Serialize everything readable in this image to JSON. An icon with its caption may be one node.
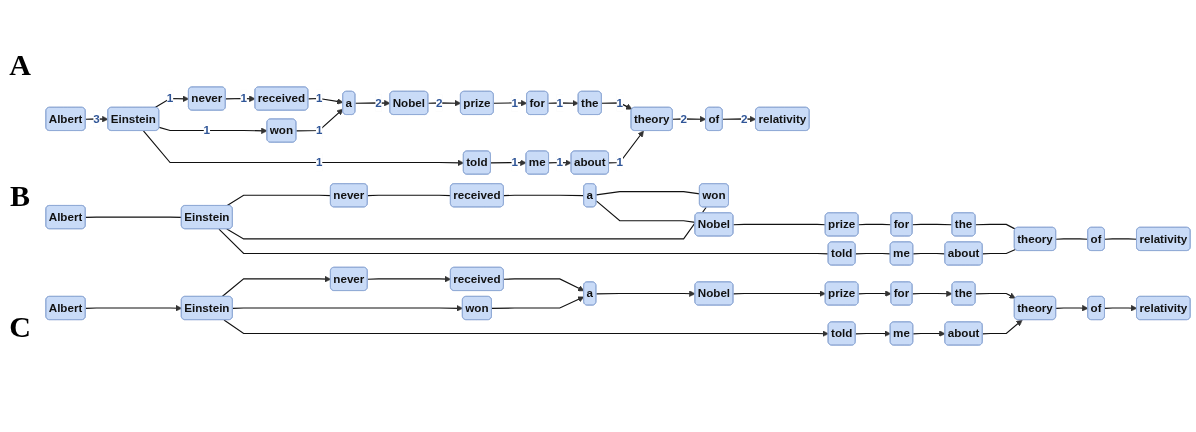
{
  "diagram": {
    "nodes": [
      {
        "text": [
          "Albert"
        ]
      },
      {
        "text": [
          "never"
        ]
      },
      {
        "text": [
          "Einstein"
        ]
      },
      {
        "text": [
          "received"
        ]
      },
      {
        "text": [
          "told"
        ]
      },
      {
        "text": [
          "a"
        ]
      },
      {
        "text": [
          "me"
        ]
      },
      {
        "text": [
          "won"
        ]
      },
      {
        "text": [
          "Nobel"
        ]
      },
      {
        "text": [
          "about"
        ]
      },
      {
        "text": [
          "prize"
        ]
      },
      {
        "text": [
          "theory"
        ]
      },
      {
        "text": [
          "for"
        ]
      },
      {
        "text": [
          "of"
        ]
      },
      {
        "text": [
          "the"
        ]
      },
      {
        "text": [
          "relativity"
        ]
      },
      {
        "text": [
          "received"
        ]
      },
      {
        "text": [
          "never"
        ]
      },
      {
        "text": [
          "a"
        ]
      },
      {
        "text": [
          "Albert"
        ]
      },
      {
        "text": [
          "won"
        ]
      },
      {
        "text": [
          "Nobel"
        ]
      },
      {
        "text": [
          "Einstein"
        ]
      },
      {
        "text": [
          "prize"
        ]
      },
      {
        "text": [
          "told"
        ]
      },
      {
        "text": [
          "for"
        ]
      },
      {
        "text": [
          "me"
        ]
      },
      {
        "text": [
          "the"
        ]
      },
      {
        "text": [
          "about"
        ]
      },
      {
        "text": [
          "theory"
        ]
      },
      {
        "text": [
          "of"
        ]
      },
      {
        "text": [
          "relativity"
        ]
      },
      {
        "text": [
          "received"
        ]
      },
      {
        "text": [
          "never"
        ]
      },
      {
        "text": [
          "a"
        ]
      },
      {
        "text": [
          "Albert"
        ]
      },
      {
        "text": [
          "won"
        ]
      },
      {
        "text": [
          "Einstein"
        ]
      },
      {
        "text": [
          "Nobel"
        ]
      },
      {
        "text": [
          "prize"
        ]
      },
      {
        "text": [
          "told"
        ]
      },
      {
        "text": [
          "for"
        ]
      },
      {
        "text": [
          "me"
        ]
      },
      {
        "text": [
          "the"
        ]
      },
      {
        "text": [
          "about"
        ]
      },
      {
        "text": [
          "relativity"
        ]
      },
      {
        "text": [
          "theory"
        ]
      },
      {
        "text": [
          "of"
        ]
      }
    ],
    "edges": [
      {
        "from": 0,
        "to": 2,
        "arrow": "none"
      },
      {
        "from": 2,
        "to": 1,
        "arrow": "none"
      },
      {
        "from": 1,
        "to": 3,
        "arrow": "none"
      },
      {
        "from": 3,
        "to": 5,
        "arrow": "none"
      },
      {
        "from": 5,
        "to": 7,
        "arrow": "none"
      },
      {
        "from": 2,
        "to": 7,
        "arrow": "none"
      },
      {
        "from": 2,
        "to": 4,
        "arrow": "none"
      },
      {
        "from": 4,
        "to": 6,
        "arrow": "none"
      },
      {
        "from": 6,
        "to": 9,
        "arrow": "none"
      },
      {
        "from": 9,
        "to": 11,
        "arrow": "none"
      },
      {
        "from": 11,
        "to": 13,
        "arrow": "none"
      },
      {
        "from": 13,
        "to": 15,
        "arrow": "none"
      },
      {
        "from": 5,
        "to": 8,
        "arrow": "none"
      },
      {
        "from": 8,
        "to": 10,
        "arrow": "none"
      },
      {
        "from": 10,
        "to": 12,
        "arrow": "none"
      },
      {
        "from": 12,
        "to": 14,
        "arrow": "none"
      },
      {
        "from": 14,
        "to": 11,
        "arrow": "none"
      },
      {
        "from": 19,
        "to": 22,
        "arrow": "to"
      },
      {
        "from": 22,
        "to": 17,
        "arrow": "to"
      },
      {
        "from": 17,
        "to": 16,
        "arrow": "to"
      },
      {
        "from": 16,
        "to": 18,
        "arrow": "to"
      },
      {
        "from": 22,
        "to": 20,
        "arrow": "to"
      },
      {
        "from": 20,
        "to": 18,
        "arrow": "to"
      },
      {
        "from": 18,
        "to": 21,
        "arrow": "to"
      },
      {
        "from": 21,
        "to": 23,
        "arrow": "to"
      },
      {
        "from": 23,
        "to": 25,
        "arrow": "to"
      },
      {
        "from": 25,
        "to": 27,
        "arrow": "to"
      },
      {
        "from": 27,
        "to": 29,
        "arrow": "to"
      },
      {
        "from": 22,
        "to": 24,
        "arrow": "to"
      },
      {
        "from": 24,
        "to": 26,
        "arrow": "to"
      },
      {
        "from": 26,
        "to": 28,
        "arrow": "to"
      },
      {
        "from": 28,
        "to": 29,
        "arrow": "to"
      },
      {
        "from": 29,
        "to": 30,
        "arrow": "to"
      },
      {
        "from": 30,
        "to": 31,
        "arrow": "to"
      },
      {
        "from": 35,
        "to": 37,
        "arrow": "to",
        "label": "3"
      },
      {
        "from": 37,
        "to": 33,
        "arrow": "to",
        "label": "1"
      },
      {
        "from": 33,
        "to": 32,
        "arrow": "to",
        "label": "1"
      },
      {
        "from": 32,
        "to": 34,
        "arrow": "to",
        "label": "1"
      },
      {
        "from": 37,
        "to": 36,
        "arrow": "to",
        "label": "1"
      },
      {
        "from": 36,
        "to": 34,
        "arrow": "to",
        "label": "1"
      },
      {
        "from": 34,
        "to": 38,
        "arrow": "to",
        "label": "2"
      },
      {
        "from": 38,
        "to": 39,
        "arrow": "to",
        "label": "2"
      },
      {
        "from": 39,
        "to": 41,
        "arrow": "to",
        "label": "1"
      },
      {
        "from": 41,
        "to": 43,
        "arrow": "to",
        "label": "1"
      },
      {
        "from": 43,
        "to": 46,
        "arrow": "to",
        "label": "1"
      },
      {
        "from": 37,
        "to": 40,
        "arrow": "to",
        "label": "1"
      },
      {
        "from": 40,
        "to": 42,
        "arrow": "to",
        "label": "1"
      },
      {
        "from": 42,
        "to": 44,
        "arrow": "to",
        "label": "1"
      },
      {
        "from": 44,
        "to": 46,
        "arrow": "to",
        "label": "1"
      },
      {
        "from": 46,
        "to": 47,
        "arrow": "to",
        "label": "2"
      },
      {
        "from": 47,
        "to": 45,
        "arrow": "to",
        "label": "2"
      }
    ],
    "labels": [
      "A",
      "B",
      "C"
    ]
  }
}
